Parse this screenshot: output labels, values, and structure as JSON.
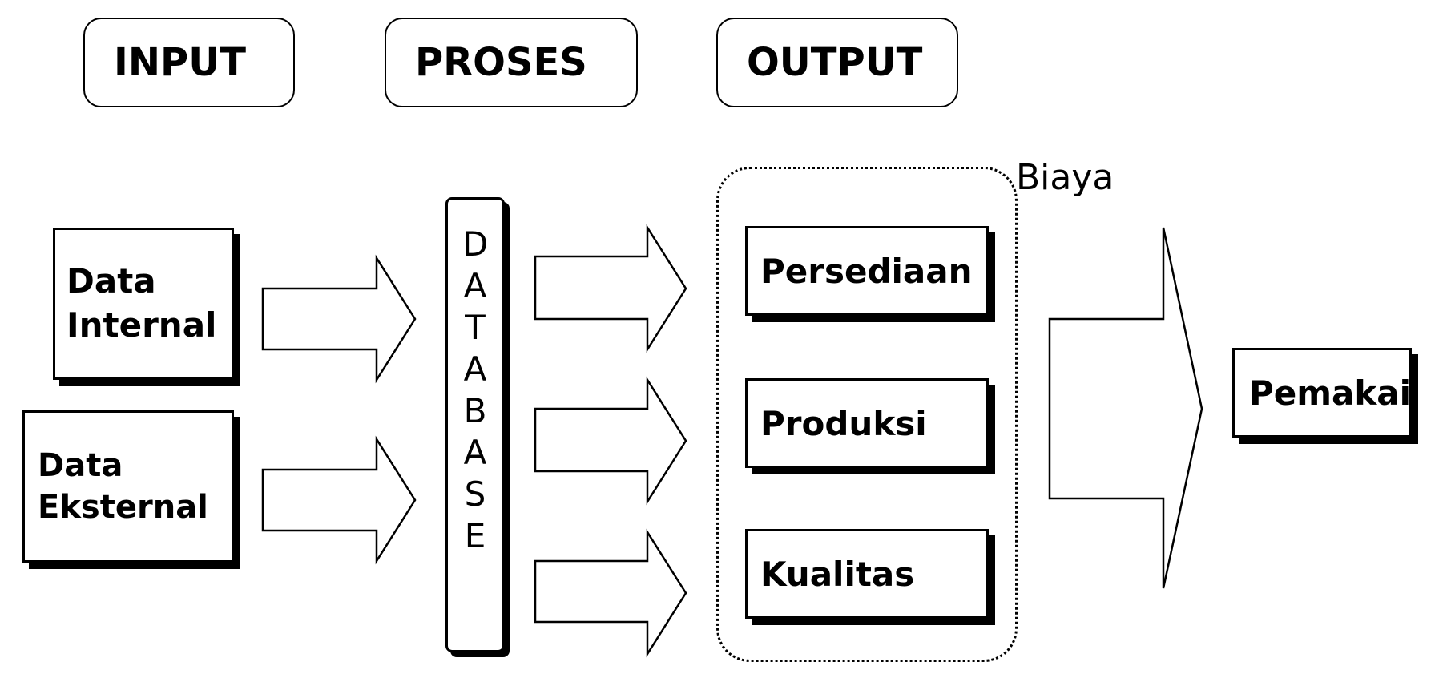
{
  "headers": {
    "input": "INPUT",
    "proses": "PROSES",
    "output": "OUTPUT"
  },
  "inputs": {
    "internal": "Data\nInternal",
    "eksternal": "Data\nEksternal"
  },
  "database": {
    "letters": [
      "D",
      "A",
      "T",
      "A",
      "B",
      "A",
      "S",
      "E"
    ]
  },
  "outputs": {
    "persediaan": "Persediaan",
    "produksi": "Produksi",
    "kualitas": "Kualitas"
  },
  "group_label": "Biaya",
  "user": "Pemakai"
}
